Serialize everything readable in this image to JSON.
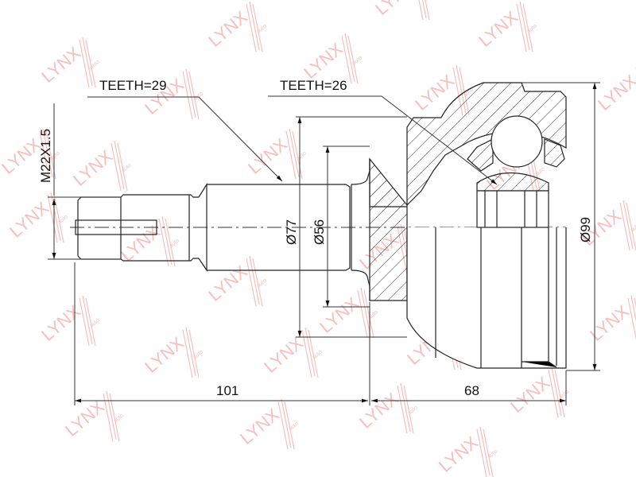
{
  "diagram": {
    "type": "technical-drawing",
    "subject": "CV joint (outer)",
    "watermark": {
      "text": "LYNX",
      "sub": "auto",
      "color": "#f4a6a6"
    },
    "line_color": "#222222",
    "labels": {
      "teeth_shaft": "TEETH=29",
      "teeth_inner": "TEETH=26",
      "thread": "M22X1.5",
      "dia_77": "Ø77",
      "dia_56": "Ø56",
      "dia_99": "Ø99",
      "len_101": "101",
      "len_68": "68"
    }
  }
}
